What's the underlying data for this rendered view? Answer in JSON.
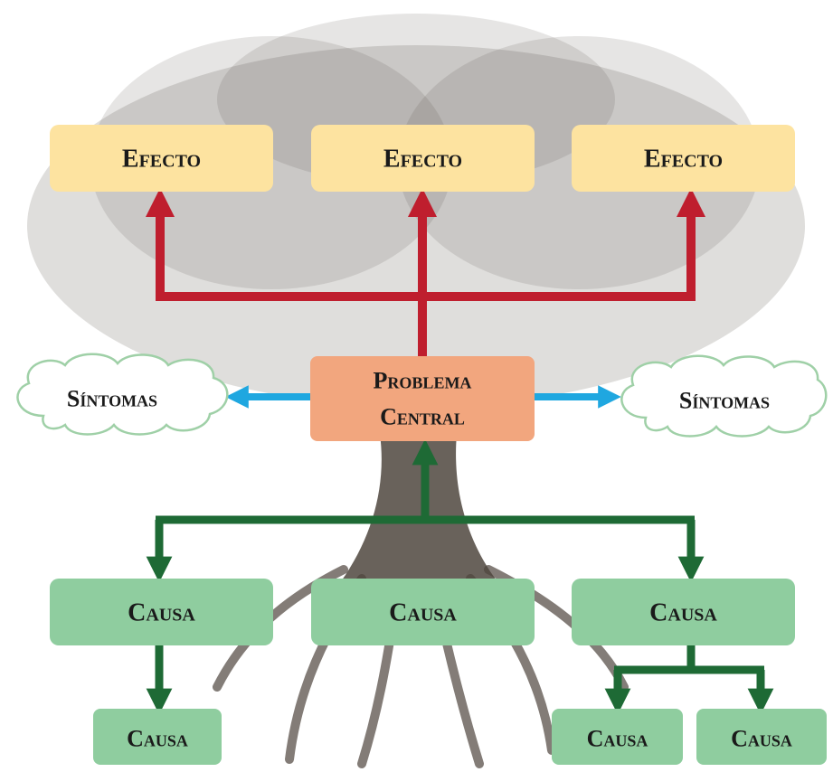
{
  "diagram": {
    "effects": [
      "Efecto",
      "Efecto",
      "Efecto"
    ],
    "problem": {
      "line1": "Problema",
      "line2": "Central"
    },
    "symptoms": {
      "left": "Síntomas",
      "right": "Síntomas"
    },
    "causes_top": [
      "Causa",
      "Causa",
      "Causa"
    ],
    "causes_bottom": [
      "Causa",
      "Causa",
      "Causa"
    ],
    "colors": {
      "effect_box": "#fde3a0",
      "problem_box": "#f2a67e",
      "cause_box": "#8fcd9f",
      "symptom_fill": "#ffffff",
      "symptom_stroke": "#9fd0a7",
      "effect_arrow": "#bf1e2e",
      "symptom_arrow": "#1fa7e0",
      "cause_arrow": "#1e6a35",
      "tree": "#4f463e"
    }
  }
}
